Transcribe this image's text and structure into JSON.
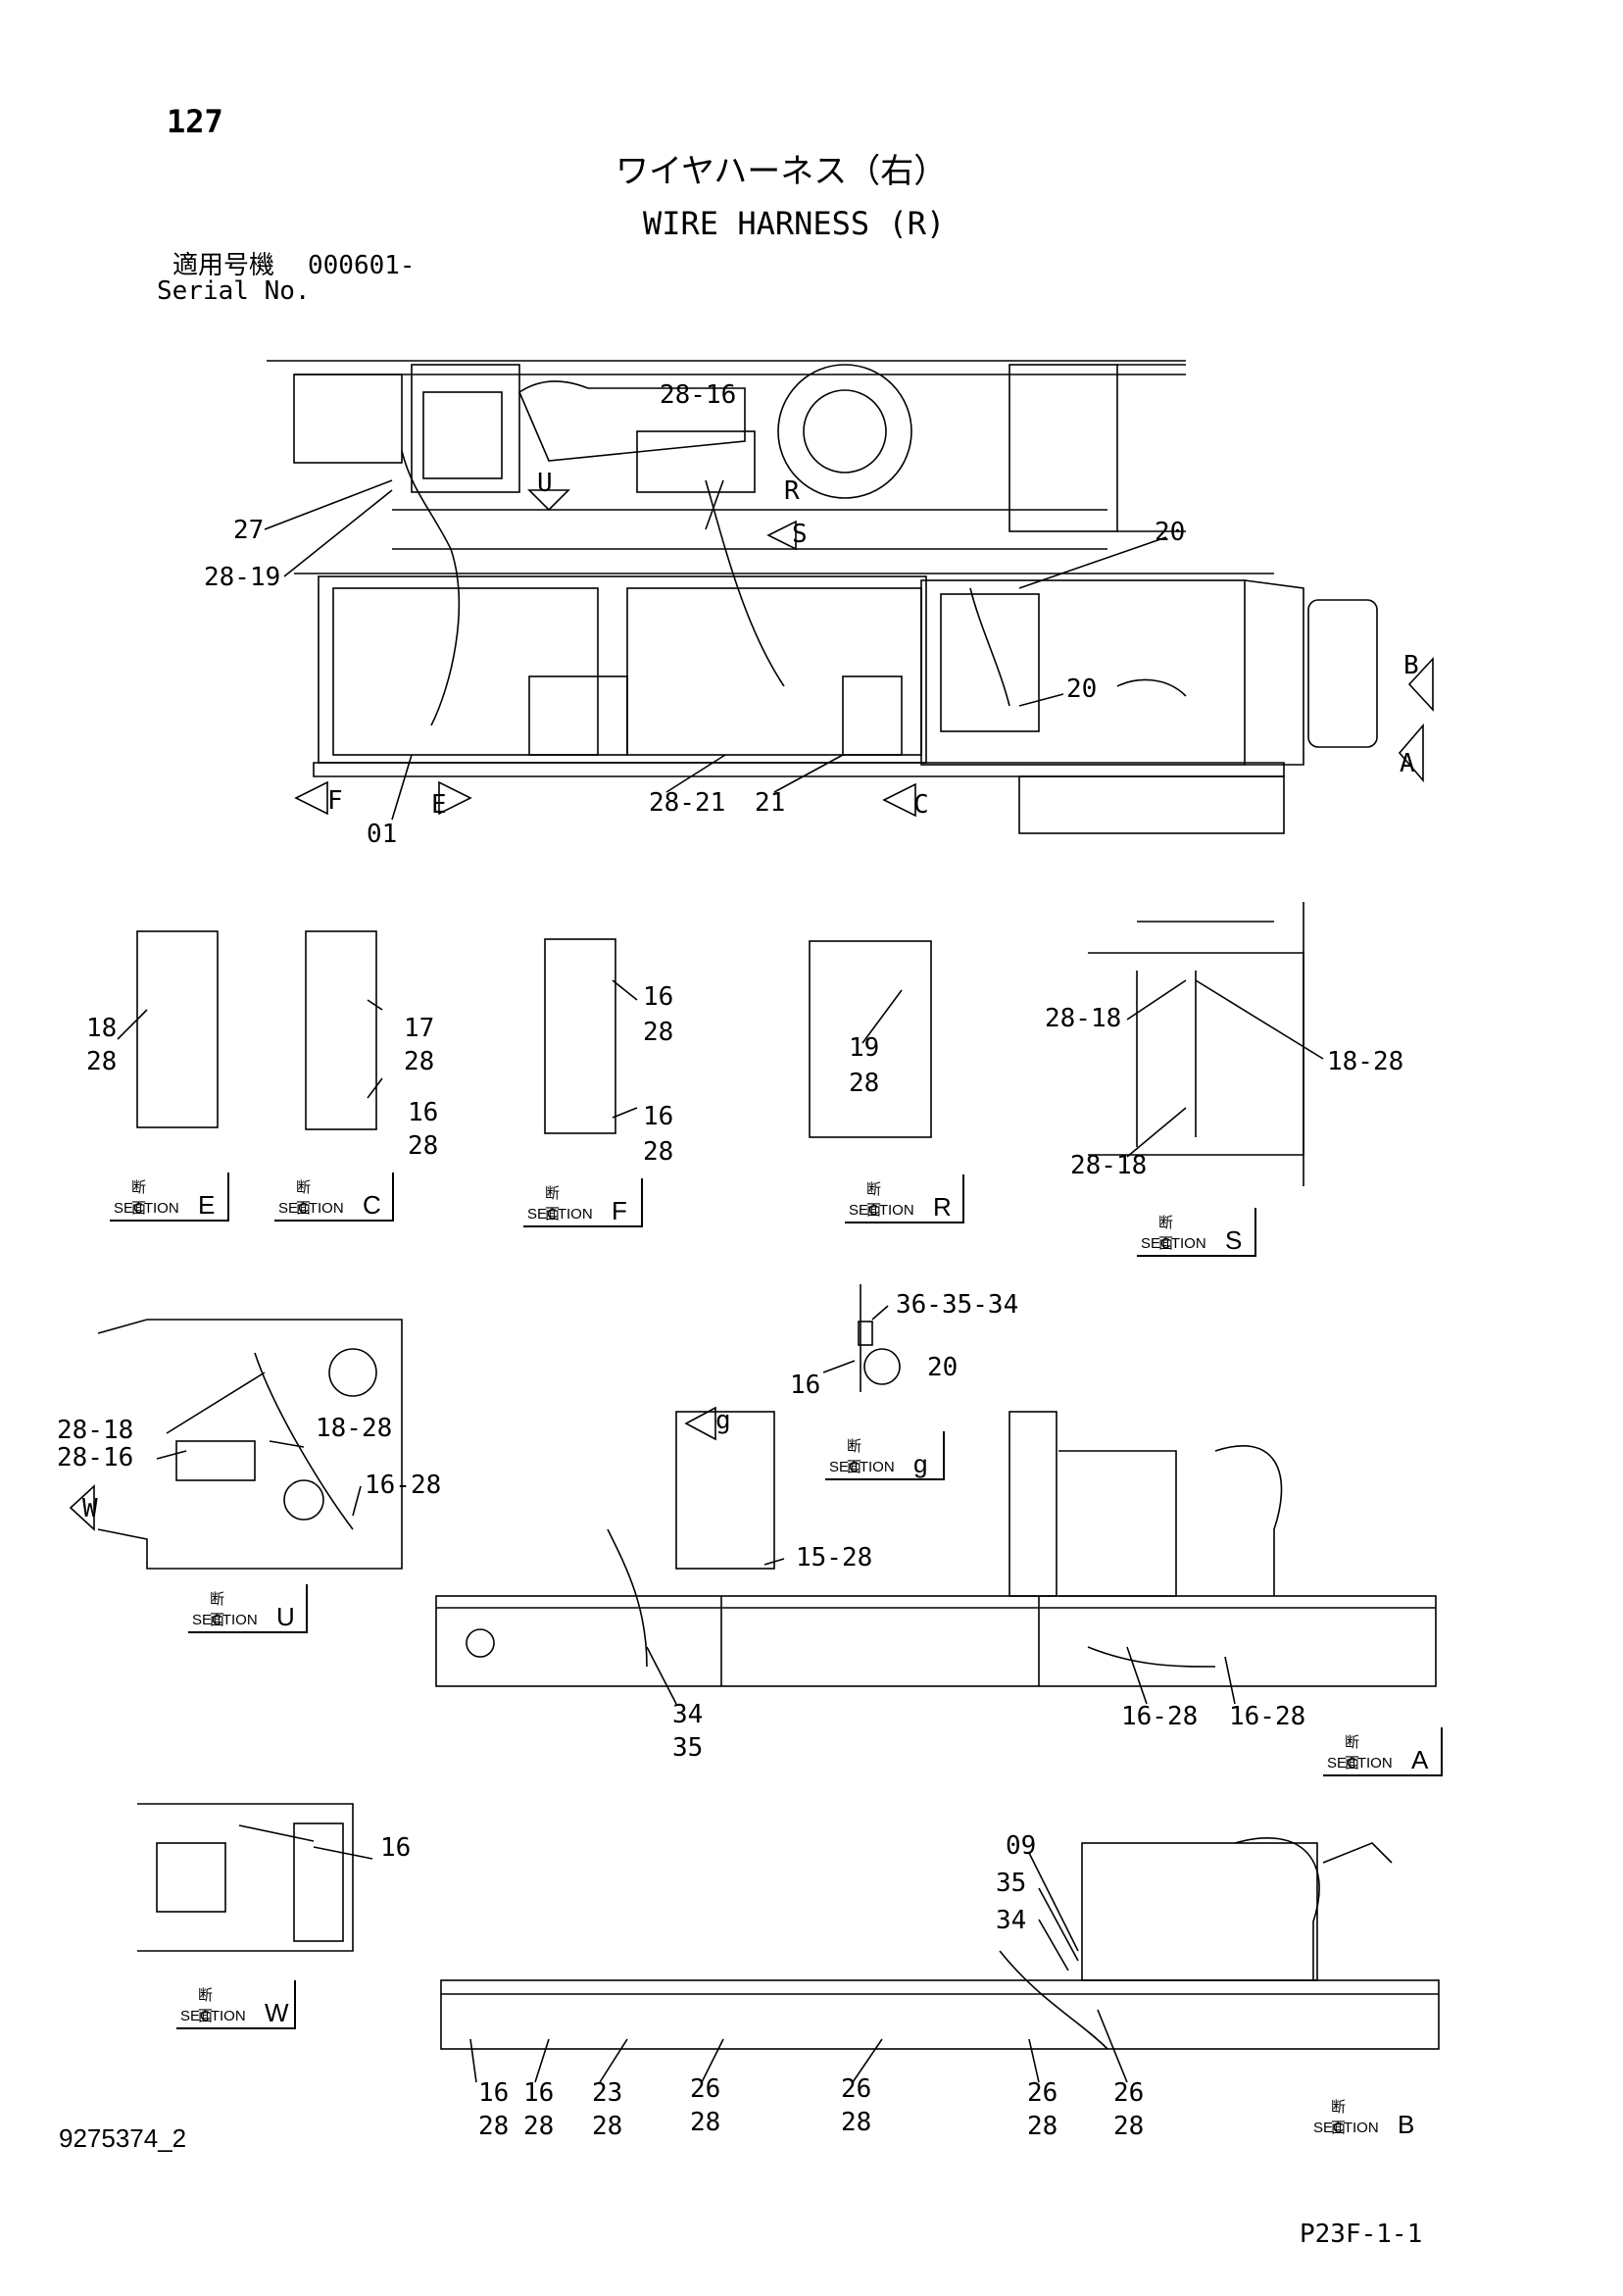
{
  "header": {
    "page_number": "127",
    "title_jp": "ワイヤハーネス（右）",
    "title_en": "WIRE HARNESS (R)",
    "serial_label_jp": "適用号機",
    "serial_value": "000601-",
    "serial_label_en": "Serial No."
  },
  "view_markers": {
    "U": "U",
    "R": "R",
    "S": "S",
    "F": "F",
    "E": "E",
    "C": "C",
    "A": "A",
    "B": "B",
    "W": "W",
    "g": "g"
  },
  "callouts": {
    "c28_16_top": "28-16",
    "c27": "27",
    "c28_19": "28-19",
    "c20_a": "20",
    "c20_b": "20",
    "c28_21": "28-21",
    "c21": "21",
    "c01": "01",
    "e18": "18",
    "e28": "28",
    "c17": "17",
    "c28a": "28",
    "c16a": "16",
    "c28b": "28",
    "f16a": "16",
    "f28a": "28",
    "f16b": "16",
    "f28b": "28",
    "r19": "19",
    "r28": "28",
    "s28_18a": "28-18",
    "s18_28": "18-28",
    "s28_18b": "28-18",
    "g36": "36-35-34",
    "g16": "16",
    "g20": "20",
    "u28_18": "28-18",
    "u28_16": "28-16",
    "u18_28": "18-28",
    "u16_28": "16-28",
    "a15_28": "15-28",
    "a34": "34",
    "a35": "35",
    "a16_28a": "16-28",
    "a16_28b": "16-28",
    "w16": "16",
    "b09": "09",
    "b35": "35",
    "b34": "34",
    "b16a": "16",
    "b28a": "28",
    "b16b": "16",
    "b28b": "28",
    "b23": "23",
    "b28c": "28",
    "b26a": "26",
    "b28d": "28",
    "b26b": "26",
    "b28e": "28",
    "b26c": "26",
    "b28f": "28",
    "b26d": "26",
    "b28g": "28"
  },
  "sections": {
    "jp": "断 面",
    "en": "SECTION",
    "E": "E",
    "C": "C",
    "F": "F",
    "R": "R",
    "S": "S",
    "g": "g",
    "U": "U",
    "A": "A",
    "W": "W",
    "B": "B"
  },
  "footer": {
    "drawing_no": "9275374_2",
    "page_code": "P23F-1-1"
  }
}
